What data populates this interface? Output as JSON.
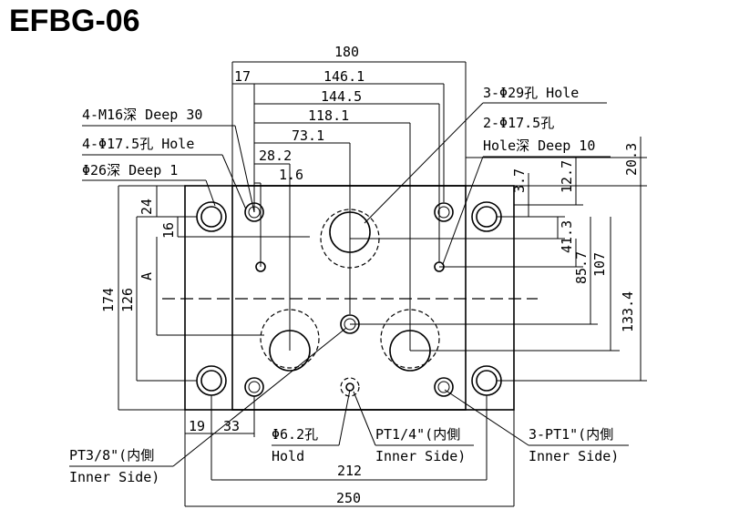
{
  "title": "EFBG-06",
  "dimensions": {
    "top": [
      "180",
      "146.1",
      "144.5",
      "118.1",
      "73.1",
      "28.2",
      "1.6",
      "17"
    ],
    "left": [
      "24",
      "16",
      "174",
      "126",
      "A"
    ],
    "right": [
      "20.3",
      "12.7",
      "3.7",
      "41.3",
      "85.7",
      "107",
      "133.4"
    ],
    "bottom": [
      "19",
      "33",
      "212",
      "250"
    ]
  },
  "callouts": {
    "m16": "4-M16深 Deep 30",
    "hole175": "4-Φ17.5孔 Hole",
    "deep26": "Φ26深 Deep 1",
    "hole29": "3-Φ29孔 Hole",
    "hole2_175": "2-Φ17.5孔",
    "holedeep": "Hole深 Deep 10",
    "pt38_a": "PT3/8\"(内側",
    "pt38_b": "Inner Side)",
    "phi62_a": "Φ6.2孔",
    "phi62_b": "Hold",
    "pt14_a": "PT1/4\"(内側",
    "pt14_b": "Inner Side)",
    "pt1_a": "3-PT1\"(内側",
    "pt1_b": "Inner Side)"
  }
}
